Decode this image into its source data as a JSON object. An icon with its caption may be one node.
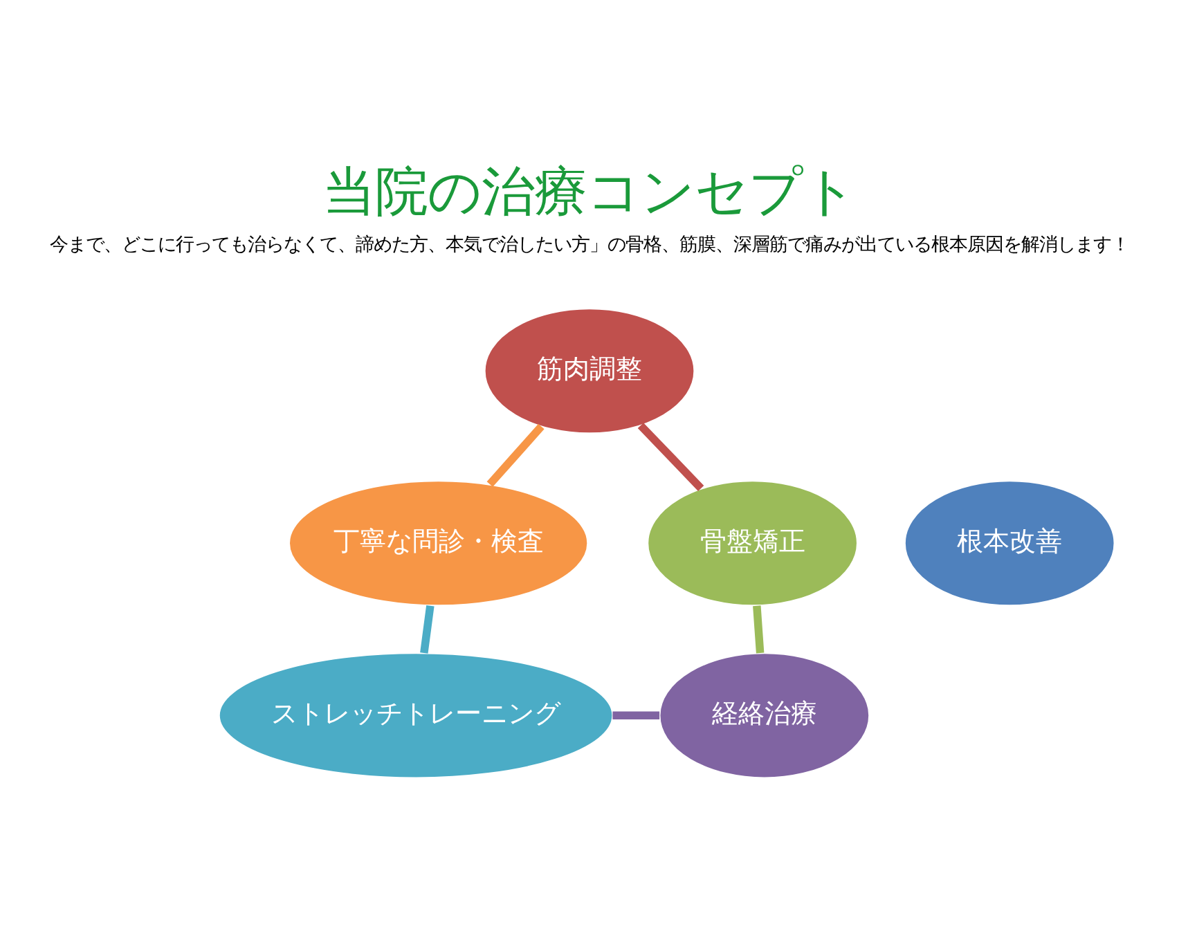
{
  "diagram": {
    "title": "当院の治療コンセプト",
    "nodes": [
      {
        "text": [
          "筋肉調整"
        ]
      },
      {
        "text": [
          "丁寧な問診・検査"
        ]
      },
      {
        "text": [
          "骨盤矯正"
        ]
      },
      {
        "text": [
          "根本改善"
        ]
      },
      {
        "text": [
          "ストレッチトレーニング"
        ]
      },
      {
        "text": [
          "経絡治療"
        ]
      }
    ],
    "edges": [
      {
        "from": 0,
        "to": 2,
        "arrow": "none",
        "color": "#c0504d"
      },
      {
        "from": 2,
        "to": 5,
        "arrow": "none",
        "color": "#9bbb59"
      },
      {
        "from": 5,
        "to": 4,
        "arrow": "none",
        "color": "#8064a2"
      },
      {
        "from": 4,
        "to": 1,
        "arrow": "none",
        "color": "#4bacc6"
      },
      {
        "from": 1,
        "to": 0,
        "arrow": "none",
        "color": "#f79646"
      }
    ],
    "labels": [
      "今まで、どこに行っても治らなくて、諦めた方、本気で治したい方」の骨格、筋膜、深層筋で痛みが出ている根本原因を解消します！"
    ]
  }
}
